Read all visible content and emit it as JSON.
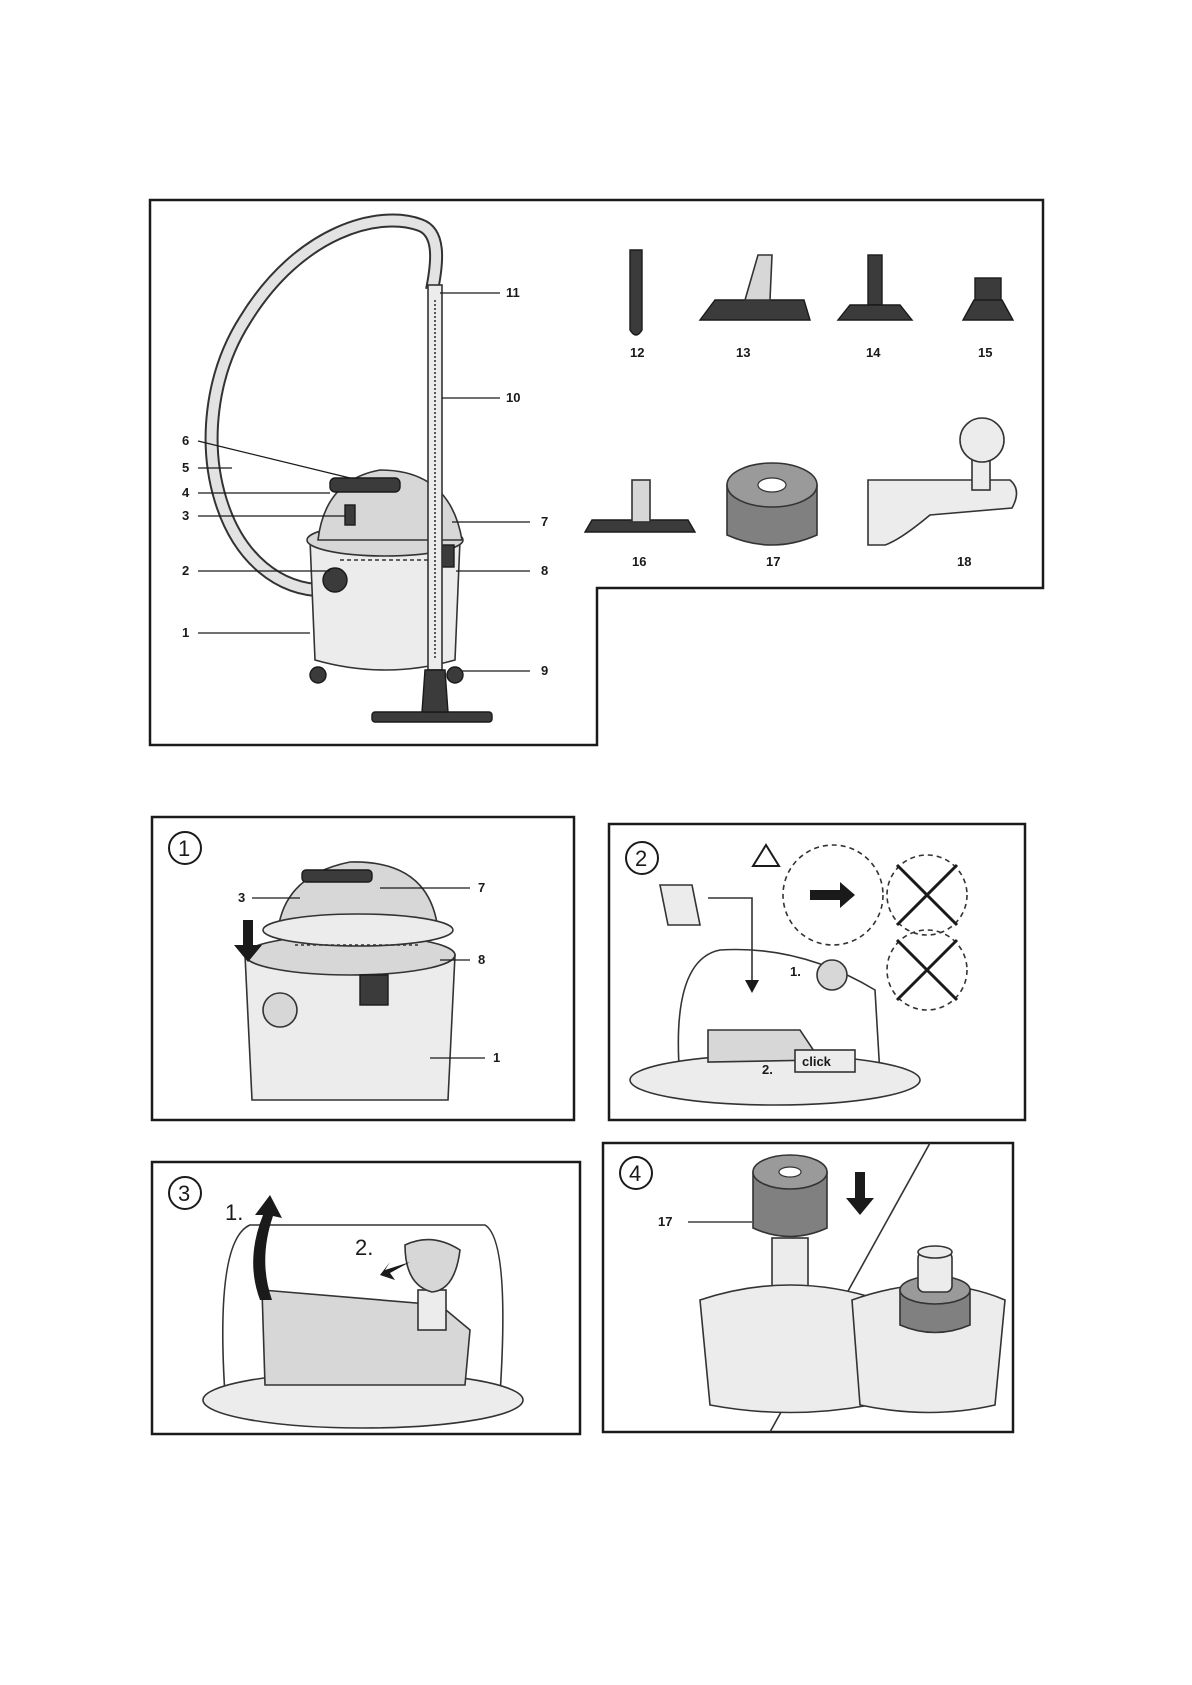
{
  "overview": {
    "labels": [
      "1",
      "2",
      "3",
      "4",
      "5",
      "6",
      "7",
      "8",
      "9",
      "10",
      "11"
    ],
    "accessories": [
      "12",
      "13",
      "14",
      "15",
      "16",
      "17",
      "18"
    ]
  },
  "steps": [
    {
      "number": "1",
      "labels": [
        "3",
        "7",
        "8",
        "1"
      ]
    },
    {
      "number": "2",
      "labels": [
        "1.",
        "2.",
        "click"
      ]
    },
    {
      "number": "3",
      "labels": [
        "1.",
        "2."
      ]
    },
    {
      "number": "4",
      "labels": [
        "17"
      ]
    }
  ],
  "icons": [
    "warning-triangle-icon",
    "arrow-down-icon",
    "circled-step-number-icon",
    "prohibited-cross-icon"
  ],
  "colors": {
    "line": "#1a1a1a",
    "part_fill": "#d7d7d7",
    "filter_fill": "#808080"
  }
}
